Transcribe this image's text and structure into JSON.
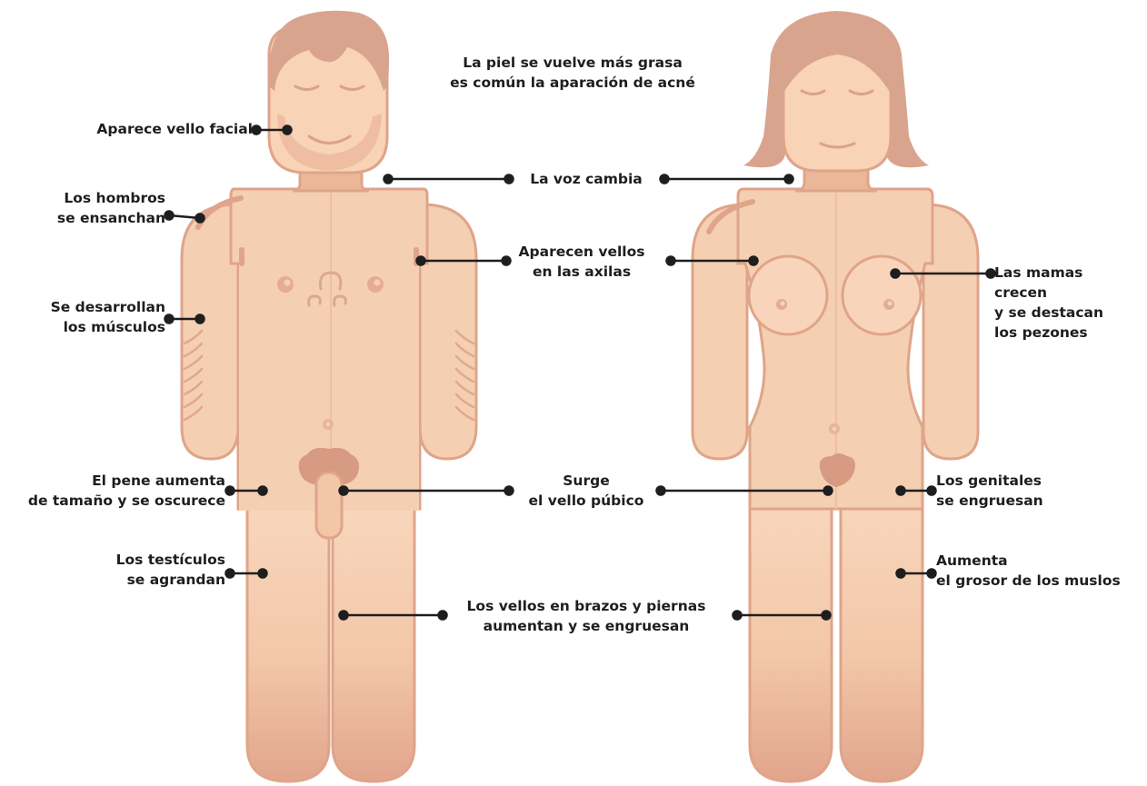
{
  "colors": {
    "skin": "#f5cfb2",
    "skin_bottom": "#e3aa92",
    "outline": "#dfa489",
    "hair": "#d9a48e",
    "detail": "#d9a28a",
    "line": "#1e1e1e"
  },
  "labels": {
    "skin": [
      "La piel se vuelve más grasa",
      "es común la aparación de acné"
    ],
    "facial_hair": [
      "Aparece vello facial"
    ],
    "shoulders": [
      "Los hombros",
      "se ensanchan"
    ],
    "muscles": [
      "Se desarrollan",
      "los músculos"
    ],
    "penis": [
      "El pene aumenta",
      "de tamaño y se oscurece"
    ],
    "testicles": [
      "Los testículos",
      "se agrandan"
    ],
    "voice": [
      "La voz cambia"
    ],
    "armpits": [
      "Aparecen vellos",
      "en las axilas"
    ],
    "pubic": [
      "Surge",
      "el vello púbico"
    ],
    "limbs_hair": [
      "Los vellos en brazos y piernas",
      "aumentan y se engruesan"
    ],
    "breasts": [
      "Las mamas",
      "crecen",
      "y se destacan",
      "los pezones"
    ],
    "genitals": [
      "Los genitales",
      "se engruesan"
    ],
    "thighs": [
      "Aumenta",
      "el grosor de los muslos"
    ]
  }
}
